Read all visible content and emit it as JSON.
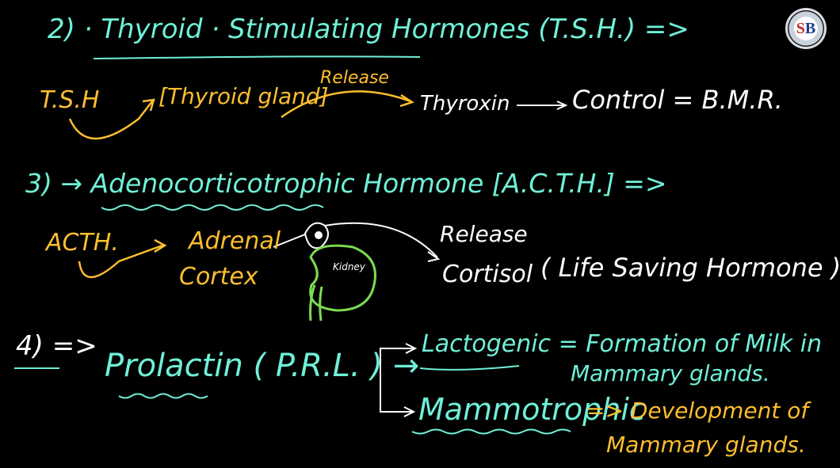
{
  "logo": {
    "letters_s": "S",
    "letters_b": "B"
  },
  "section2": {
    "heading": "2) · Thyroid · Stimulating Hormones (T.S.H.) =>",
    "tsh": "T.S.H",
    "gland": "[Thyroid gland]",
    "release": "Release",
    "thyroxin": "Thyroxin",
    "control": "Control = B.M.R."
  },
  "section3": {
    "heading": "3) → Adenocorticotrophic Hormone [A.C.T.H.] =>",
    "acth": "ACTH.",
    "adrenal1": "Adrenal",
    "adrenal2": "Cortex",
    "kidney": "Kidney",
    "release": "Release",
    "cortisol": "Cortisol",
    "life": "( Life Saving Hormone )"
  },
  "section4": {
    "number": "4) =>",
    "prolactin": "Prolactin ( P.R.L. ) →",
    "lactogenic": "Lactogenic = Formation of Milk  in",
    "lactogenic2": "Mammary glands.",
    "mammo": "Mammotrophic",
    "dev": "=> Development  of",
    "dev2": "Mammary glands."
  },
  "colors": {
    "teal": "#6ff0d8",
    "yellow": "#ffbe2e",
    "white": "#ffffff",
    "kidney": "#7ddc52"
  }
}
